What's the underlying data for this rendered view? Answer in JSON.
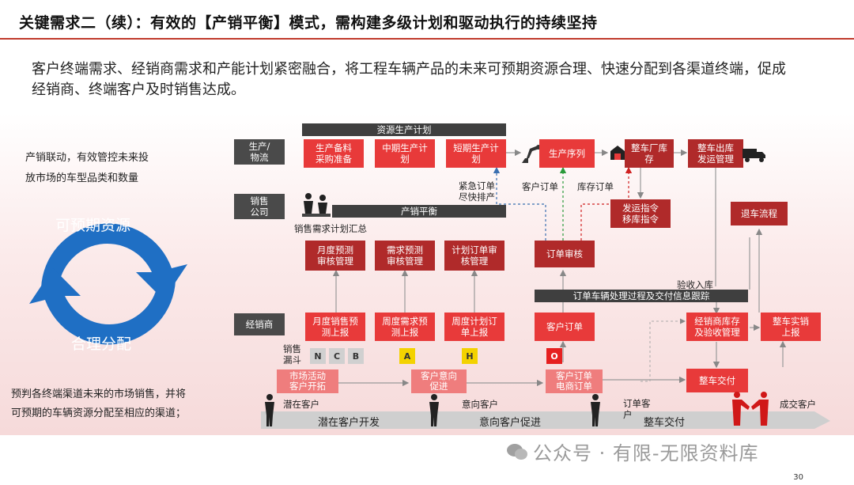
{
  "title": "关键需求二（续）：有效的【产销平衡】模式，需构建多级计划和驱动执行的持续坚持",
  "intro": "客户终端需求、经销商需求和产能计划紧密融合，将工程车辆产品的未来可预期资源合理、快速分配到各渠道终端，促成经销商、终端客户及时销售达成。",
  "left": {
    "top_line1": "产销联动，有效管控未来投",
    "top_line2": "放市场的车型品类和数量",
    "cycle_top": "可预期资源",
    "cycle_bottom": "合理分配",
    "bottom_line1": "预判各终端渠道未来的市场销售，并将",
    "bottom_line2": "可预期的车辆资源分配至相应的渠道；"
  },
  "rows": {
    "production": "生产/\n物流",
    "sales_co": "销售\n公司",
    "dealer": "经销商",
    "funnel": "销售\n漏斗"
  },
  "bars": {
    "resource_plan": "资源生产计划",
    "balance": "产销平衡",
    "order_track": "订单车辆处理过程及交付信息跟踪"
  },
  "boxes": {
    "prep": "生产备料\n采购准备",
    "mid_plan": "中期生产计\n划",
    "short_plan": "短期生产计\n划",
    "sequence": "生产序列",
    "warehouse": "整车厂库\n存",
    "ship_mgmt": "整车出库\n发运管理",
    "ship_cmd": "发运指令\n移库指令",
    "return": "退车流程",
    "monthly_review": "月度预测\n审核管理",
    "demand_review": "需求预测\n审核管理",
    "plan_order_review": "计划订单审\n核管理",
    "order_review": "订单审核",
    "monthly_report": "月度销售预\n测上报",
    "weekly_report": "周度需求预\n测上报",
    "weekly_plan": "周度计划订\n单上报",
    "customer_order": "客户订单",
    "dealer_inventory": "经销商库存\n及验收管理",
    "actual_sales": "整车实销\n上报",
    "market_activity": "市场活动\n客户开拓",
    "intent": "客户意向\n促进",
    "order_ecom": "客户订单\n电商订单",
    "delivery": "整车交付"
  },
  "labels": {
    "urgent": "紧急订单\n尽快排产",
    "cust_order": "客户订单",
    "stock_order": "库存订单",
    "demand_summary": "销售需求计划汇总",
    "receive": "验收入库"
  },
  "funnel_tags": [
    "N",
    "C",
    "B",
    "A",
    "H",
    "O"
  ],
  "stages": {
    "s1_person": "潜在客户",
    "s1_arrow": "潜在客户开发",
    "s2_person": "意向客户",
    "s2_arrow": "意向客户促进",
    "s3_person": "订单客\n户",
    "s3_arrow": "整车交付",
    "s4_person": "成交客户"
  },
  "watermark": "公众号 · 有限-无限资料库",
  "page": "30",
  "colors": {
    "red": "#e83a3a",
    "pink": "#ef7d7d",
    "dark_red": "#b02a2a",
    "cycle_blue": "#1f6fc4",
    "bar": "#3f3f3f"
  }
}
